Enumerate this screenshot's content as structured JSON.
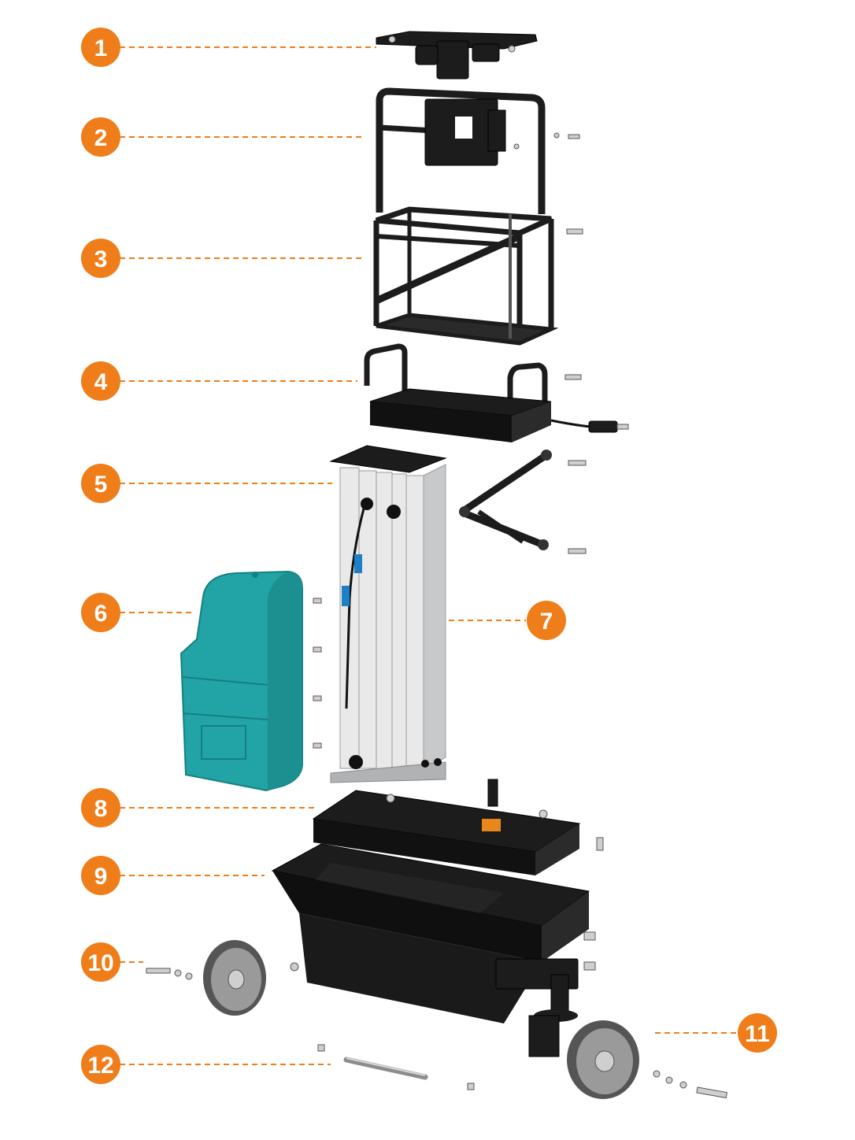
{
  "callouts": [
    {
      "id": 1,
      "label": "1"
    },
    {
      "id": 2,
      "label": "2"
    },
    {
      "id": 3,
      "label": "3"
    },
    {
      "id": 4,
      "label": "4"
    },
    {
      "id": 5,
      "label": "5"
    },
    {
      "id": 6,
      "label": "6"
    },
    {
      "id": 7,
      "label": "7"
    },
    {
      "id": 8,
      "label": "8"
    },
    {
      "id": 9,
      "label": "9"
    },
    {
      "id": 10,
      "label": "10"
    },
    {
      "id": 11,
      "label": "11"
    },
    {
      "id": 12,
      "label": "12"
    }
  ],
  "colors": {
    "accent": "#ef7d1a",
    "frame": "#1c1c1c",
    "cover": "#22a3a6",
    "mast": "#d6d8da"
  }
}
